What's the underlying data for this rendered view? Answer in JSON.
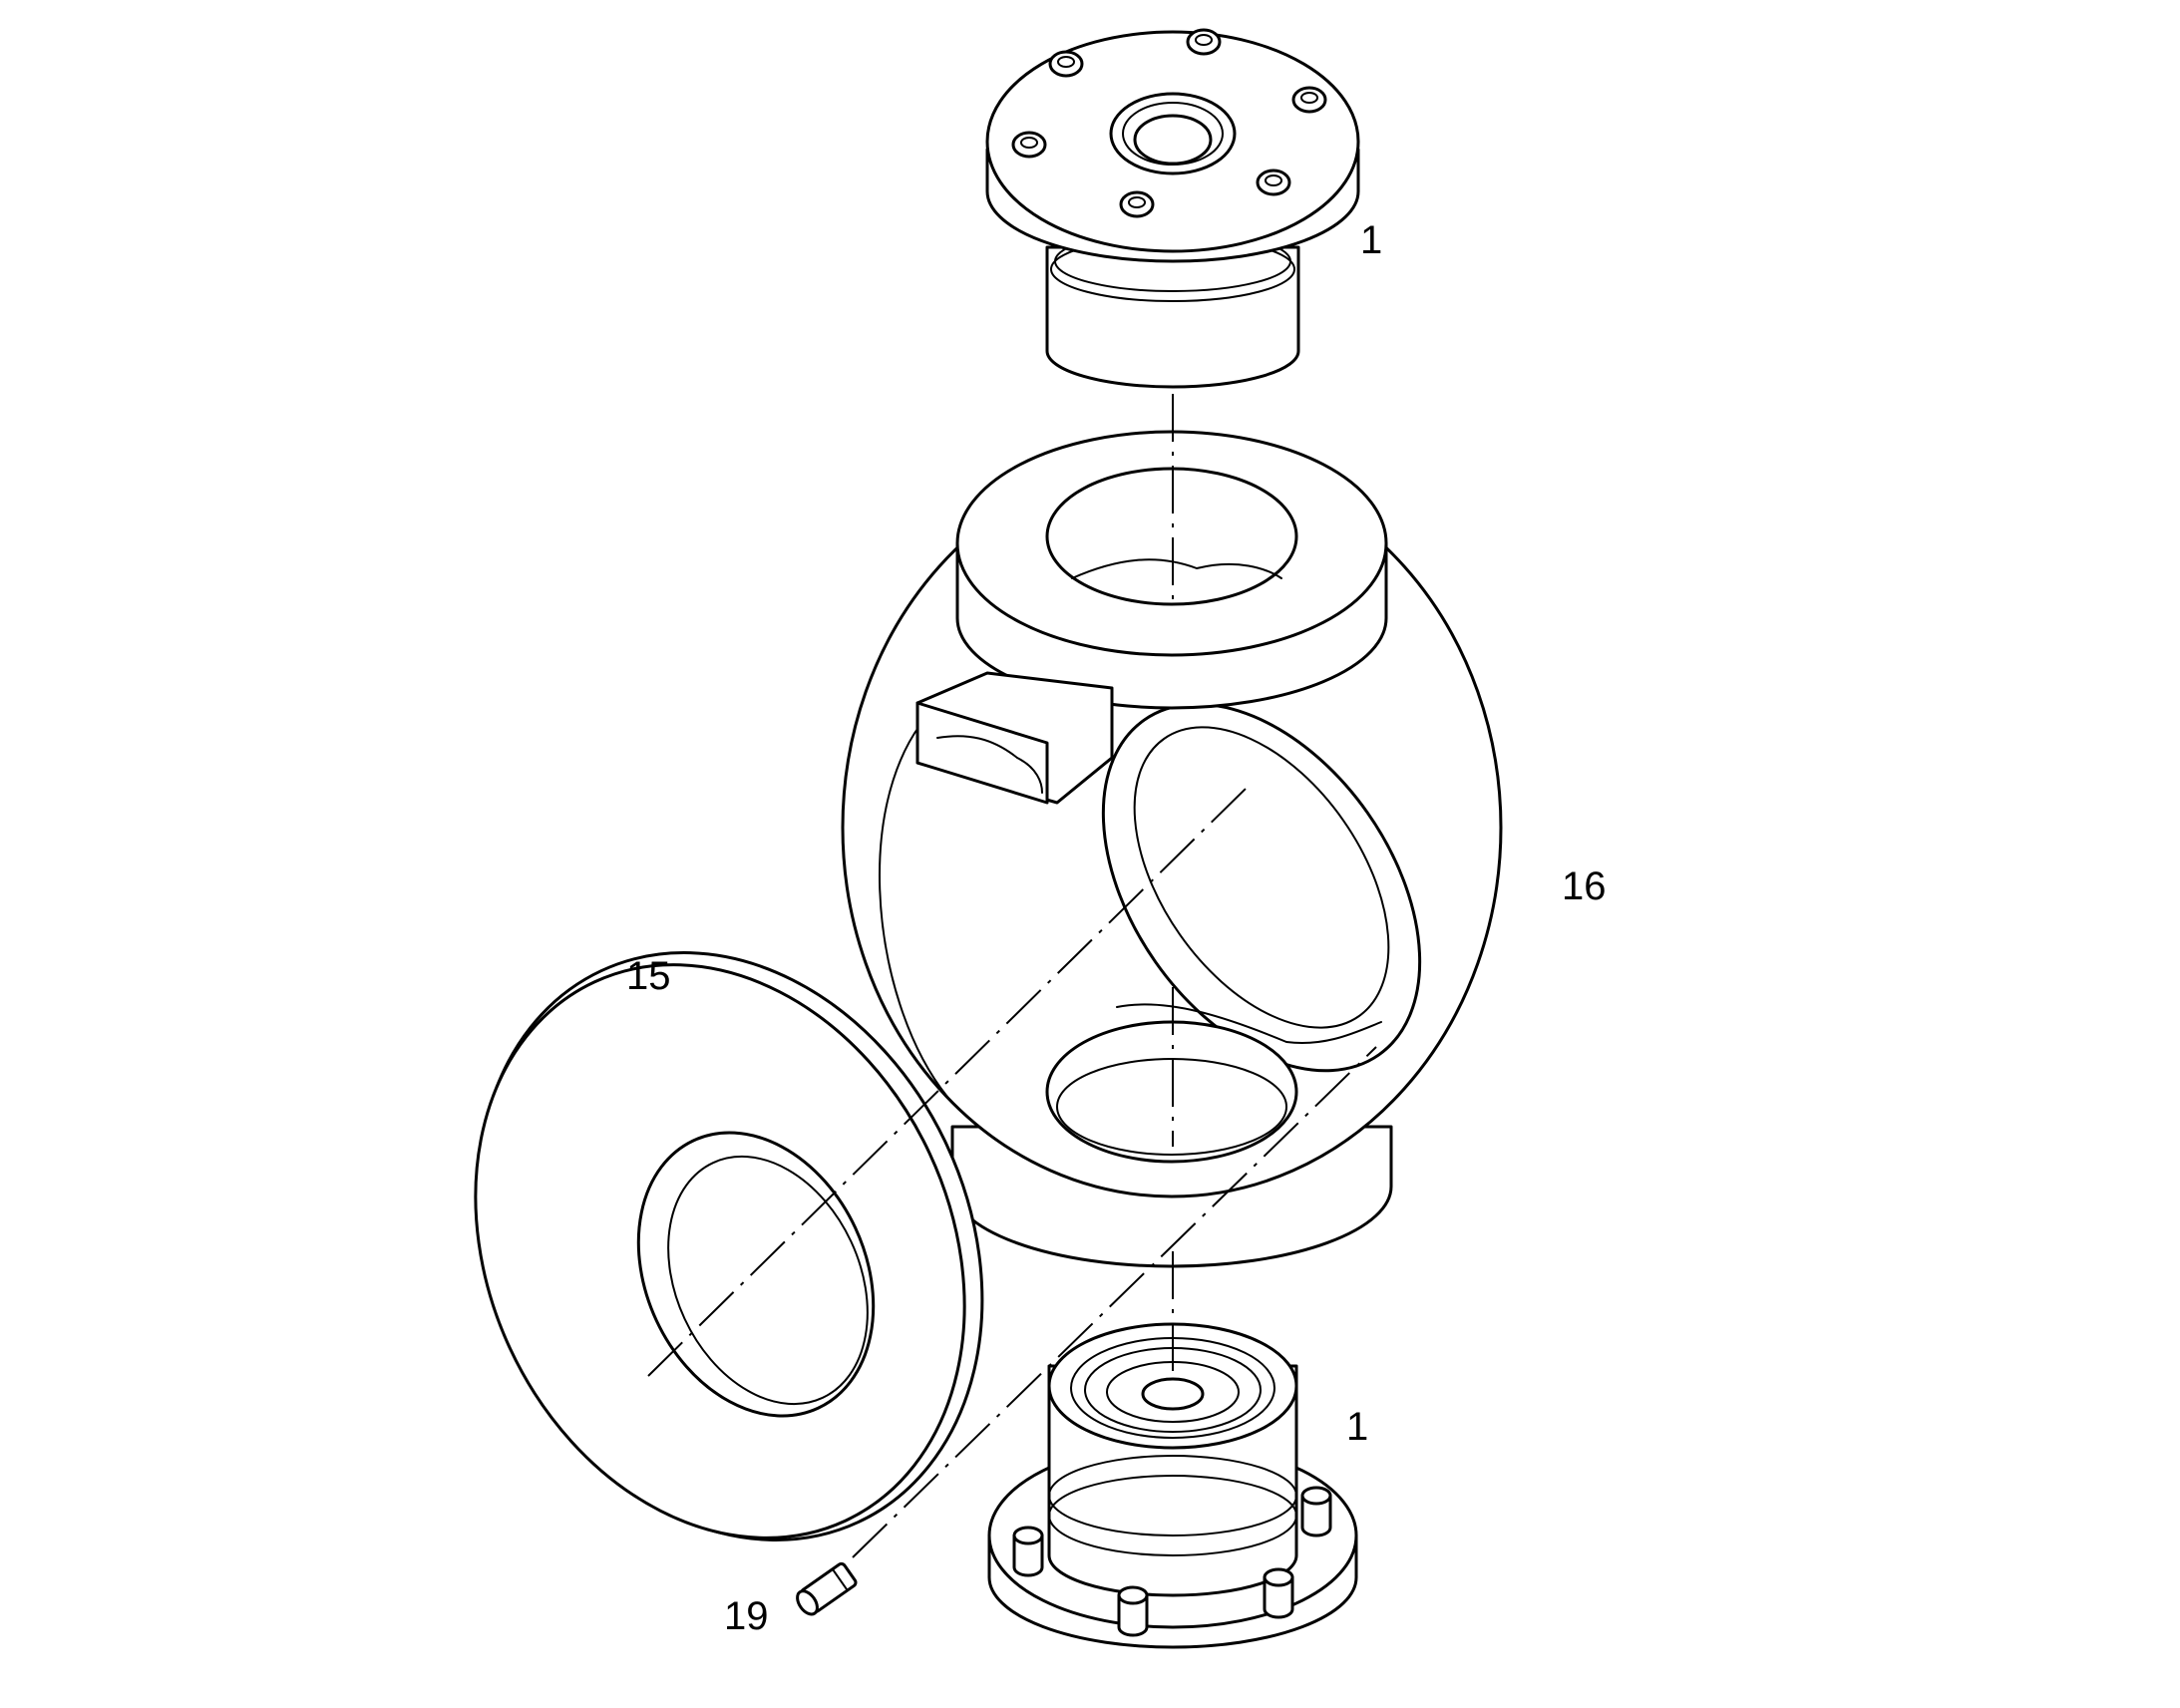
{
  "callouts": {
    "top_flange": "1",
    "body": "16",
    "seat_disc": "15",
    "bottom_flange": "1",
    "pin": "19"
  },
  "colors": {
    "line": "#000000",
    "background": "#ffffff"
  }
}
